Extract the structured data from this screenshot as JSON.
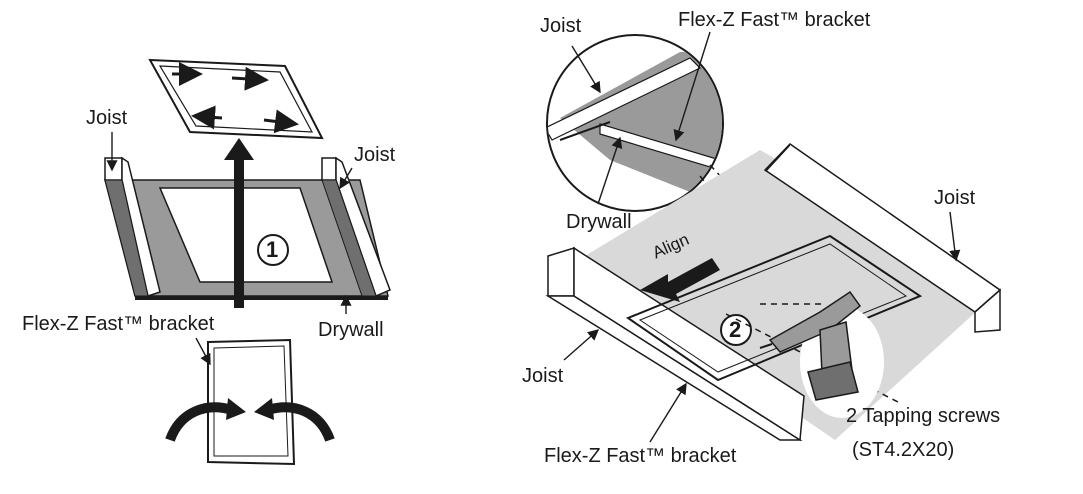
{
  "left": {
    "joist_left": "Joist",
    "joist_right": "Joist",
    "step": "1",
    "bracket": "Flex-Z Fast™ bracket",
    "drywall": "Drywall"
  },
  "right": {
    "joist_top": "Joist",
    "bracket_top": "Flex-Z Fast™ bracket",
    "drywall": "Drywall",
    "joist_mid": "Joist",
    "align": "Align",
    "step": "2",
    "joist_bottom": "Joist",
    "screws": "2 Tapping screws",
    "screws_spec": "(ST4.2X20)",
    "bracket_bottom": "Flex-Z Fast™ bracket"
  },
  "colors": {
    "ink": "#1a1a1a",
    "drywall_grey": "#d9d9d9",
    "joist_face": "#9a9a9a",
    "light_grey": "#e6e6e6"
  }
}
